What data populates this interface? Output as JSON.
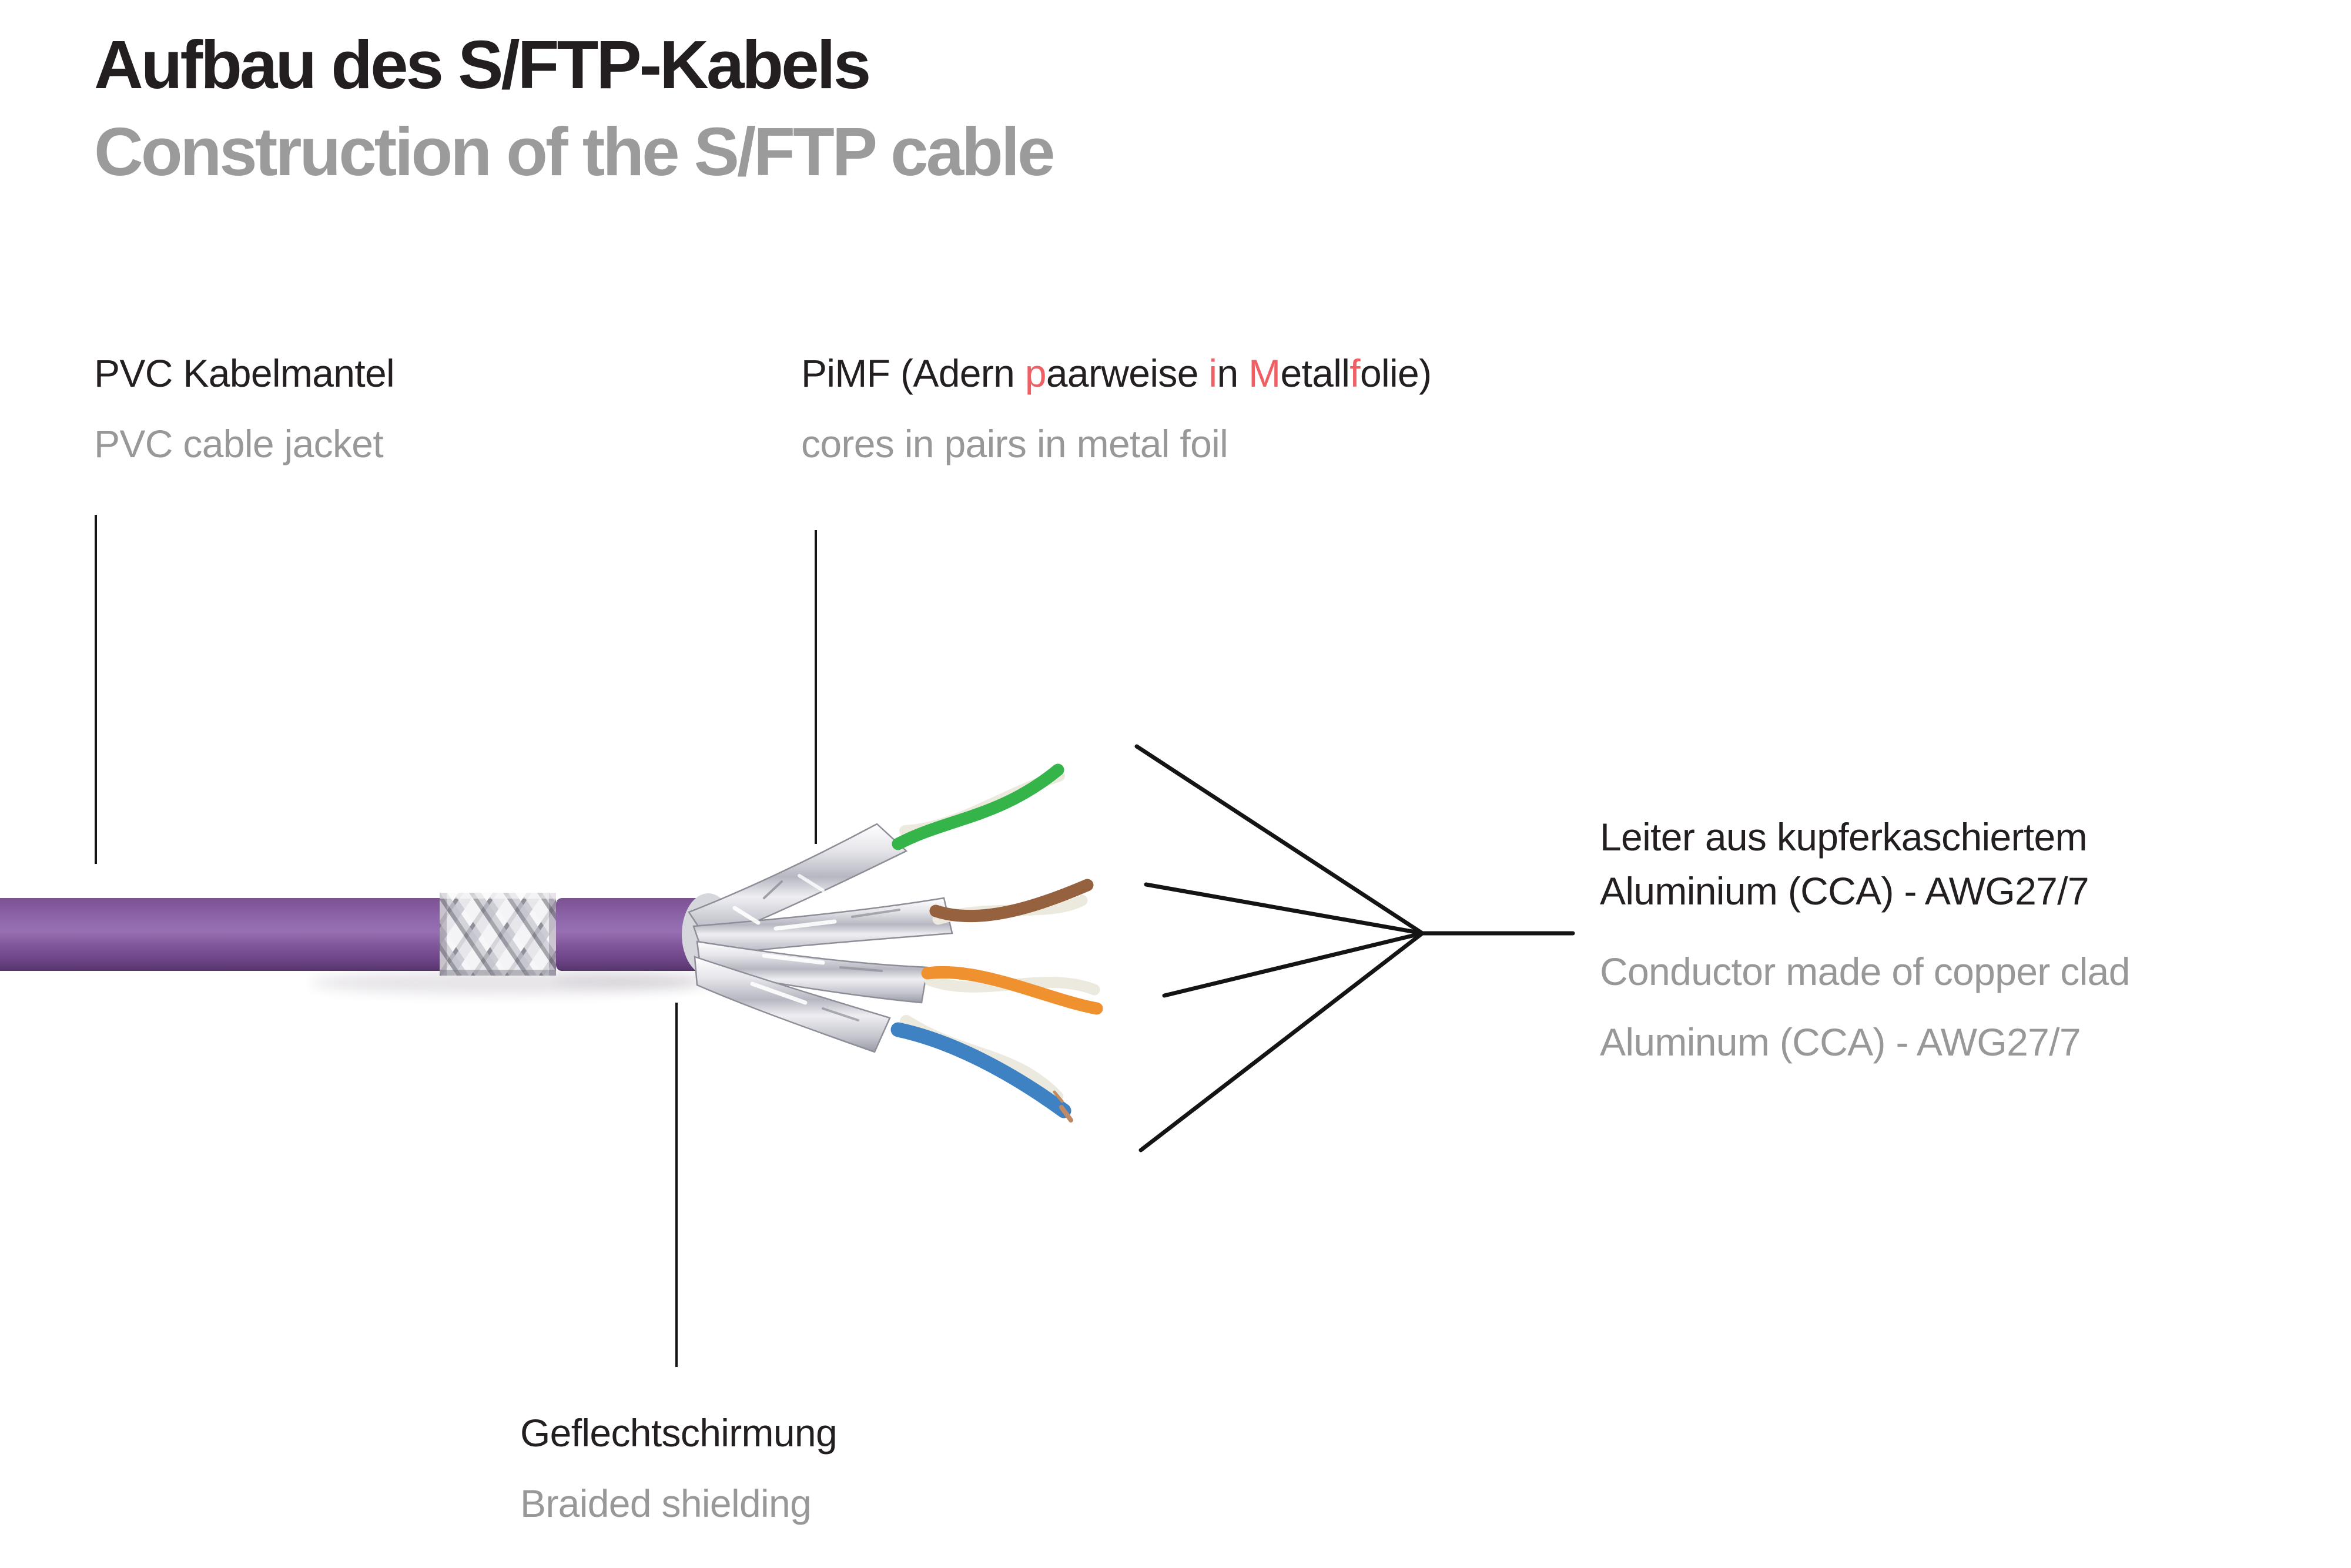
{
  "header": {
    "title": "Aufbau des S/FTP-Kabels",
    "subtitle": "Construction of the S/FTP cable"
  },
  "labels": {
    "jacket": {
      "de": "PVC Kabelmantel",
      "en": "PVC cable jacket"
    },
    "pimf": {
      "de_segments": [
        {
          "t": "PiMF (Adern ",
          "c": "dark"
        },
        {
          "t": "p",
          "c": "red"
        },
        {
          "t": "aarweise ",
          "c": "dark"
        },
        {
          "t": "i",
          "c": "red"
        },
        {
          "t": "n ",
          "c": "dark"
        },
        {
          "t": "M",
          "c": "red"
        },
        {
          "t": "etall",
          "c": "dark"
        },
        {
          "t": "f",
          "c": "red"
        },
        {
          "t": "olie)",
          "c": "dark"
        }
      ],
      "en": "cores in pairs in metal foil"
    },
    "conductor": {
      "de_line1": "Leiter aus kupferkaschiertem",
      "de_line2": "Aluminium (CCA) - AWG27/7",
      "en_line1": "Conductor made of copper clad",
      "en_line2": "Aluminum (CCA) - AWG27/7"
    },
    "braid": {
      "de": "Geflechtschirmung",
      "en": "Braided shielding"
    }
  },
  "colors": {
    "text_dark": "#231f20",
    "text_gray": "#989898",
    "accent_red": "#ef6065",
    "jacket_purple": "#8a5fa5",
    "braid_silver": "#dcdcе2",
    "foil_silver": "#cdced6",
    "wire_green": "#35b44a",
    "wire_brown": "#96613f",
    "wire_orange": "#f0912f",
    "wire_blue": "#3e82c4",
    "wire_white": "#ece9df",
    "copper": "#c08a64",
    "line_black": "#141414"
  }
}
